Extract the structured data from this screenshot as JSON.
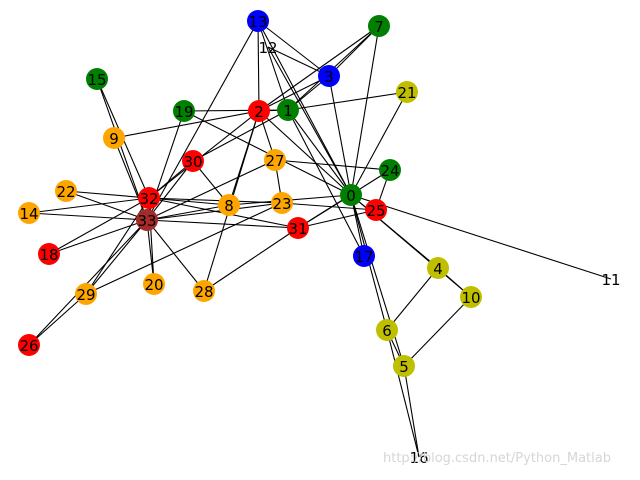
{
  "colors": {
    "green": "#008000",
    "blue": "#0000ff",
    "red": "#ff0000",
    "orange": "#ffa500",
    "olive": "#bfbf00",
    "brown": "#a52a2a",
    "edge": "#000000"
  },
  "graph": {
    "nodes": [
      {
        "id": "0",
        "group": "green"
      },
      {
        "id": "1",
        "group": "green"
      },
      {
        "id": "2",
        "group": "red"
      },
      {
        "id": "3",
        "group": "blue"
      },
      {
        "id": "4",
        "group": "olive"
      },
      {
        "id": "5",
        "group": "olive"
      },
      {
        "id": "6",
        "group": "olive"
      },
      {
        "id": "7",
        "group": "green"
      },
      {
        "id": "8",
        "group": "orange"
      },
      {
        "id": "9",
        "group": "orange"
      },
      {
        "id": "10",
        "group": "olive"
      },
      {
        "id": "11",
        "group": "none"
      },
      {
        "id": "12",
        "group": "none"
      },
      {
        "id": "13",
        "group": "blue"
      },
      {
        "id": "14",
        "group": "orange"
      },
      {
        "id": "15",
        "group": "green"
      },
      {
        "id": "16",
        "group": "none"
      },
      {
        "id": "17",
        "group": "blue"
      },
      {
        "id": "18",
        "group": "red"
      },
      {
        "id": "19",
        "group": "green"
      },
      {
        "id": "20",
        "group": "orange"
      },
      {
        "id": "21",
        "group": "olive"
      },
      {
        "id": "22",
        "group": "orange"
      },
      {
        "id": "23",
        "group": "orange"
      },
      {
        "id": "24",
        "group": "green"
      },
      {
        "id": "25",
        "group": "red"
      },
      {
        "id": "26",
        "group": "red"
      },
      {
        "id": "27",
        "group": "orange"
      },
      {
        "id": "28",
        "group": "orange"
      },
      {
        "id": "29",
        "group": "orange"
      },
      {
        "id": "30",
        "group": "red"
      },
      {
        "id": "31",
        "group": "red"
      },
      {
        "id": "32",
        "group": "red"
      },
      {
        "id": "33",
        "group": "brown"
      }
    ],
    "edges": [
      [
        "0",
        "1"
      ],
      [
        "0",
        "2"
      ],
      [
        "0",
        "3"
      ],
      [
        "0",
        "4"
      ],
      [
        "0",
        "5"
      ],
      [
        "0",
        "6"
      ],
      [
        "0",
        "7"
      ],
      [
        "0",
        "8"
      ],
      [
        "0",
        "10"
      ],
      [
        "0",
        "11"
      ],
      [
        "0",
        "12"
      ],
      [
        "0",
        "13"
      ],
      [
        "0",
        "17"
      ],
      [
        "0",
        "19"
      ],
      [
        "0",
        "21"
      ],
      [
        "0",
        "31"
      ],
      [
        "1",
        "2"
      ],
      [
        "1",
        "3"
      ],
      [
        "1",
        "7"
      ],
      [
        "1",
        "13"
      ],
      [
        "1",
        "17"
      ],
      [
        "1",
        "19"
      ],
      [
        "1",
        "21"
      ],
      [
        "1",
        "30"
      ],
      [
        "2",
        "3"
      ],
      [
        "2",
        "7"
      ],
      [
        "2",
        "8"
      ],
      [
        "2",
        "9"
      ],
      [
        "2",
        "13"
      ],
      [
        "2",
        "27"
      ],
      [
        "2",
        "28"
      ],
      [
        "2",
        "32"
      ],
      [
        "3",
        "7"
      ],
      [
        "3",
        "12"
      ],
      [
        "3",
        "13"
      ],
      [
        "4",
        "6"
      ],
      [
        "4",
        "10"
      ],
      [
        "5",
        "6"
      ],
      [
        "5",
        "10"
      ],
      [
        "5",
        "16"
      ],
      [
        "6",
        "16"
      ],
      [
        "8",
        "30"
      ],
      [
        "8",
        "32"
      ],
      [
        "8",
        "33"
      ],
      [
        "9",
        "33"
      ],
      [
        "13",
        "33"
      ],
      [
        "14",
        "32"
      ],
      [
        "14",
        "33"
      ],
      [
        "15",
        "32"
      ],
      [
        "15",
        "33"
      ],
      [
        "18",
        "32"
      ],
      [
        "18",
        "33"
      ],
      [
        "19",
        "33"
      ],
      [
        "20",
        "32"
      ],
      [
        "20",
        "33"
      ],
      [
        "22",
        "32"
      ],
      [
        "22",
        "33"
      ],
      [
        "23",
        "25"
      ],
      [
        "23",
        "27"
      ],
      [
        "23",
        "29"
      ],
      [
        "23",
        "32"
      ],
      [
        "23",
        "33"
      ],
      [
        "24",
        "25"
      ],
      [
        "24",
        "27"
      ],
      [
        "24",
        "31"
      ],
      [
        "25",
        "31"
      ],
      [
        "26",
        "29"
      ],
      [
        "26",
        "33"
      ],
      [
        "27",
        "33"
      ],
      [
        "28",
        "31"
      ],
      [
        "28",
        "33"
      ],
      [
        "29",
        "32"
      ],
      [
        "29",
        "33"
      ],
      [
        "30",
        "32"
      ],
      [
        "30",
        "33"
      ],
      [
        "31",
        "32"
      ],
      [
        "31",
        "33"
      ],
      [
        "32",
        "33"
      ]
    ]
  },
  "watermark": "http://blog.csdn.net/Python_Matlab"
}
